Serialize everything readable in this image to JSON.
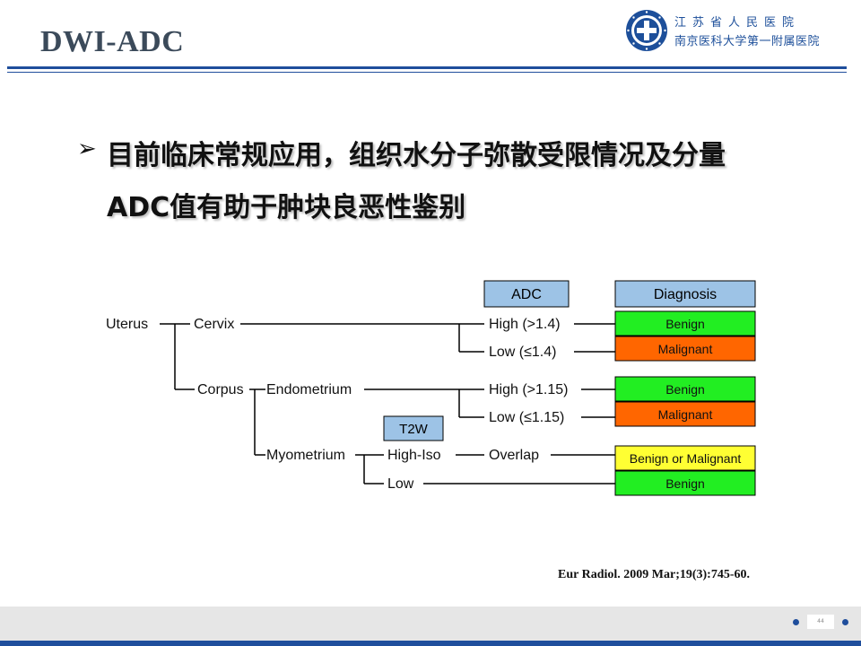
{
  "slide": {
    "title": "DWI-ADC",
    "hospital_line1": "江苏省人民医院",
    "hospital_line2": "南京医科大学第一附属医院",
    "bullet_symbol": "➢",
    "bullet_line1": "目前临床常规应用，组织水分子弥散受限情况及分量",
    "bullet_line2": "ADC值有助于肿块良恶性鉴别",
    "citation": "Eur Radiol. 2009 Mar;19(3):745-60.",
    "page_number": "44"
  },
  "colors": {
    "accent_blue": "#1f4e9c",
    "header_box": "#9dc3e6",
    "benign": "#22ee22",
    "malignant": "#ff6600",
    "benign_or_malignant": "#ffff33"
  },
  "diagram": {
    "headers": {
      "adc": "ADC",
      "diagnosis": "Diagnosis",
      "t2w": "T2W"
    },
    "nodes": {
      "uterus": "Uterus",
      "cervix": "Cervix",
      "corpus": "Corpus",
      "endometrium": "Endometrium",
      "myometrium": "Myometrium",
      "high_iso": "High-Iso",
      "low_t2": "Low",
      "overlap": "Overlap"
    },
    "adc_labels": {
      "cervix_high": "High (>1.4)",
      "cervix_low": "Low  (≤1.4)",
      "endo_high": "High (>1.15)",
      "endo_low": "Low  (≤1.15)"
    },
    "outcomes": {
      "cervix_high": "Benign",
      "cervix_low": "Malignant",
      "endo_high": "Benign",
      "endo_low": "Malignant",
      "myo_high_iso": "Benign or Malignant",
      "myo_low": "Benign"
    }
  }
}
